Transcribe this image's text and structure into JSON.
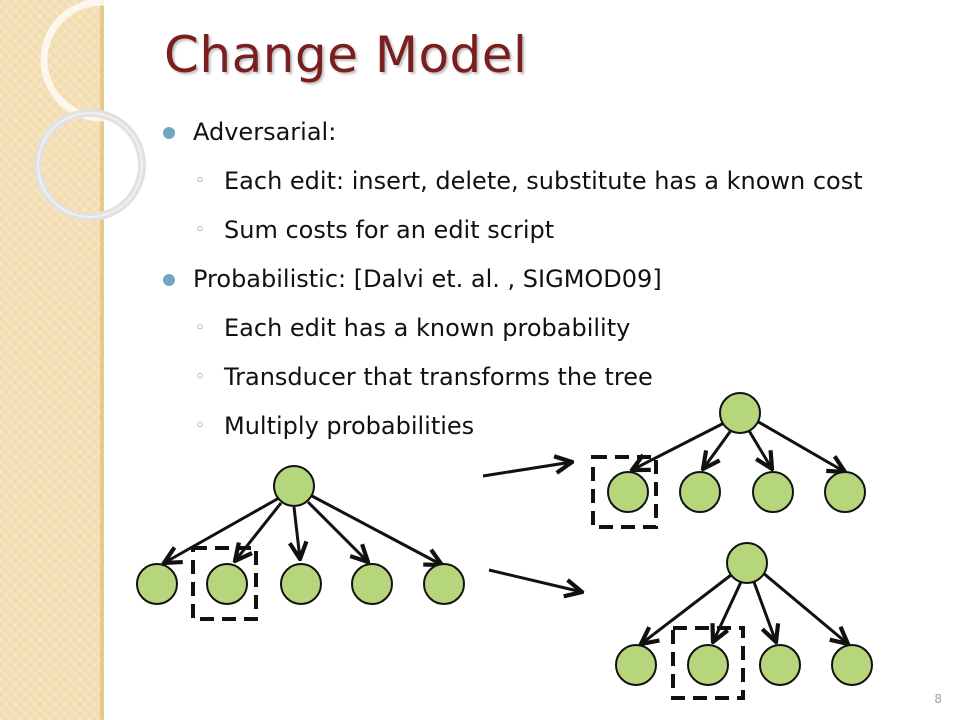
{
  "title": "Change Model",
  "bullets": [
    {
      "level": 1,
      "marker": "",
      "text": "Adversarial:"
    },
    {
      "level": 2,
      "marker": "◦",
      "text": "Each edit: insert, delete, substitute has a known cost"
    },
    {
      "level": 2,
      "marker": "◦",
      "text": "Sum costs for an edit script"
    },
    {
      "level": 1,
      "marker": "",
      "text": "Probabilistic: [Dalvi et. al. , SIGMOD09]"
    },
    {
      "level": 2,
      "marker": "◦",
      "text": "Each edit has a known probability"
    },
    {
      "level": 2,
      "marker": "◦",
      "text": "Transducer that transforms the tree"
    },
    {
      "level": 2,
      "marker": "◦",
      "text": "Multiply probabilities"
    }
  ],
  "page_number": "8",
  "colors": {
    "title": "#7a1f1f",
    "bullet_dot": "#6ea7bf",
    "node_fill": "#b5d67a",
    "node_stroke": "#111111",
    "side_band": "#f3ddb0"
  }
}
